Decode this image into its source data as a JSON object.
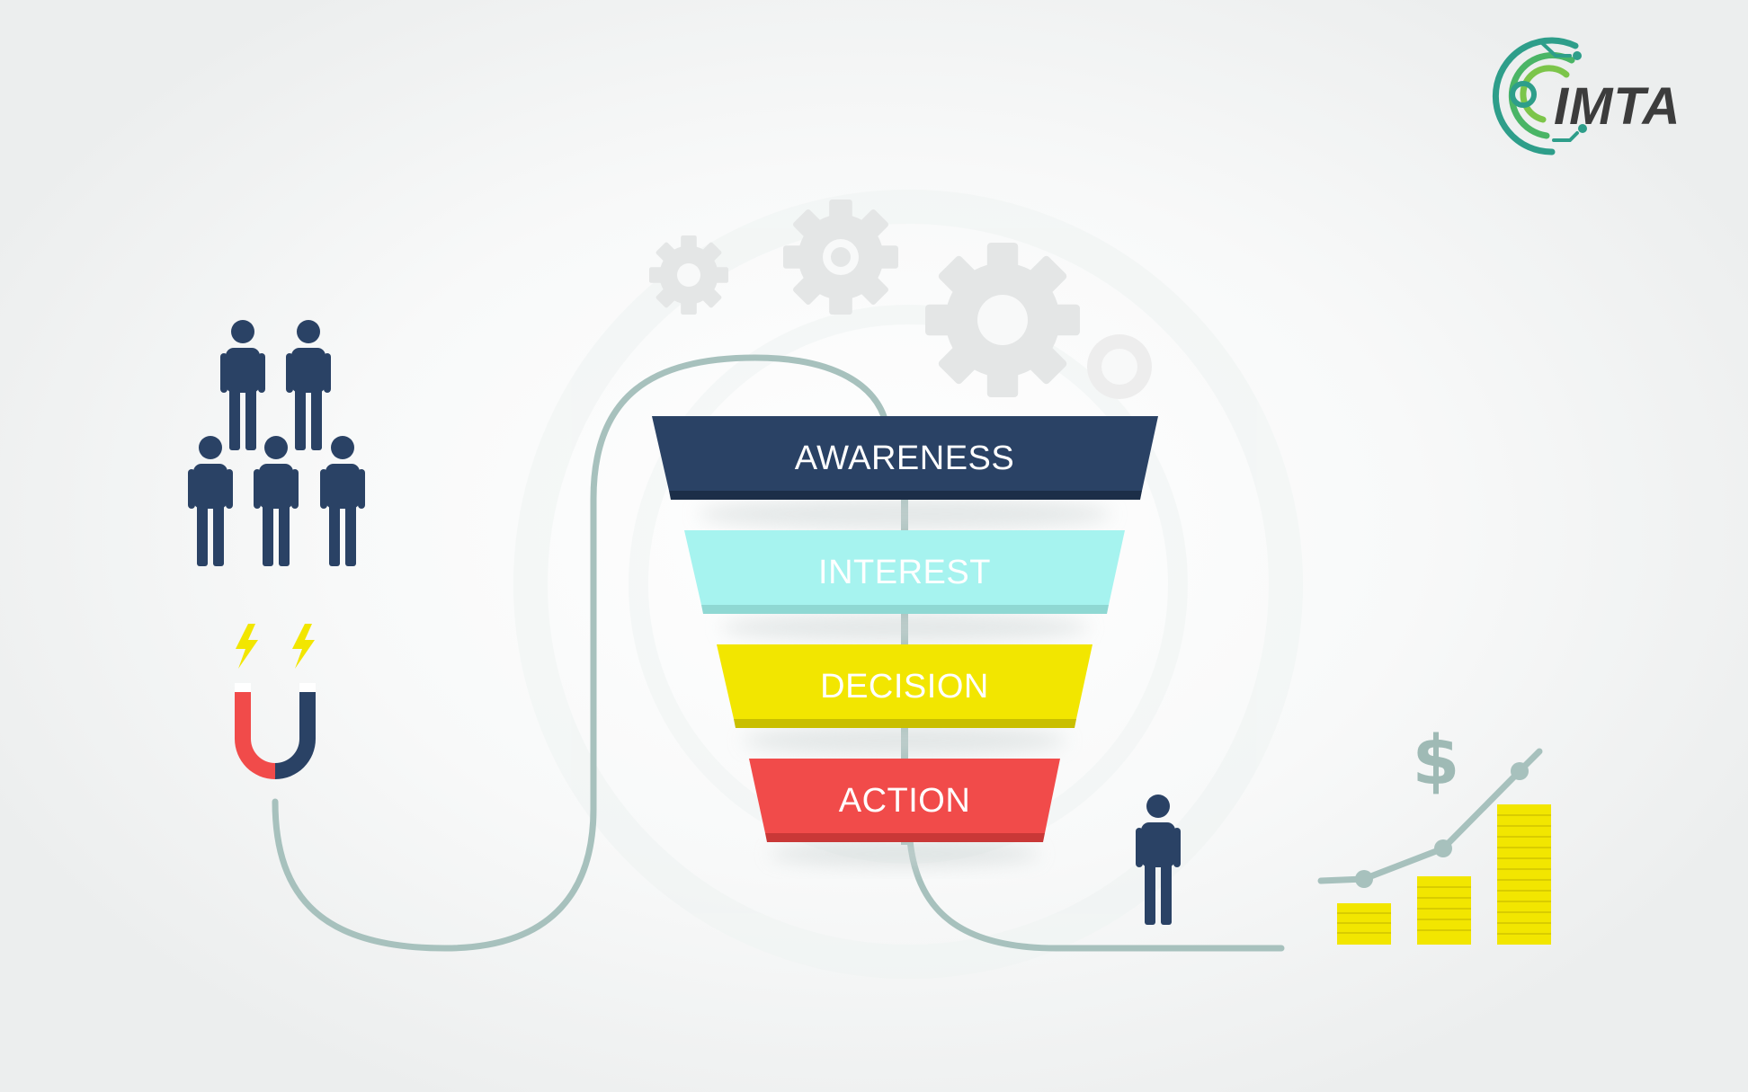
{
  "logo": {
    "text": "IMTA"
  },
  "funnel": {
    "stages": [
      {
        "label": "AWARENESS",
        "color": "#2a4265"
      },
      {
        "label": "INTEREST",
        "color": "#a6f3ef"
      },
      {
        "label": "DECISION",
        "color": "#f2e600"
      },
      {
        "label": "ACTION",
        "color": "#f14b4a"
      }
    ]
  },
  "revenue": {
    "currency_symbol": "$"
  },
  "colors": {
    "people": "#2a4265",
    "path": "#a7c1bd",
    "magnet_red": "#f14b4a",
    "magnet_navy": "#2a4265",
    "spark": "#f2e600",
    "coins": "#f2e600"
  }
}
